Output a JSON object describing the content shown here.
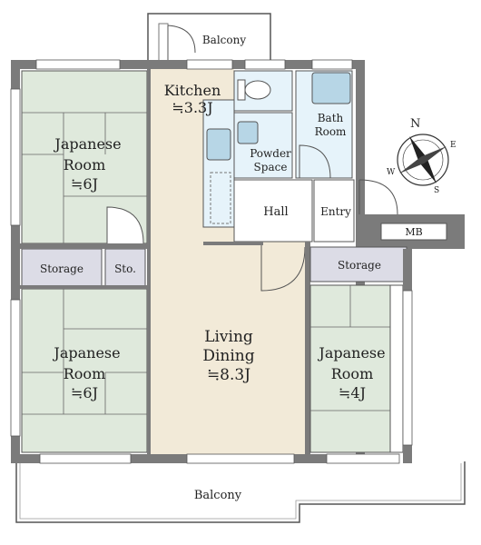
{
  "rooms": {
    "japanese_top_left": {
      "line1": "Japanese",
      "line2": "Room",
      "size": "≒6J"
    },
    "japanese_bottom_left": {
      "line1": "Japanese",
      "line2": "Room",
      "size": "≒6J"
    },
    "japanese_right": {
      "line1": "Japanese",
      "line2": "Room",
      "size": "≒4J"
    },
    "kitchen": {
      "name": "Kitchen",
      "size": "≒3.3J"
    },
    "living": {
      "line1": "Living",
      "line2": "Dining",
      "size": "≒8.3J"
    },
    "bath": {
      "line1": "Bath",
      "line2": "Room"
    },
    "powder": {
      "line1": "Powder",
      "line2": "Space"
    },
    "hall": "Hall",
    "entry": "Entry",
    "mb": "MB",
    "storage_left": "Storage",
    "sto": "Sto.",
    "storage_right": "Storage",
    "balcony_top": "Balcony",
    "balcony_bottom": "Balcony"
  },
  "compass": {
    "n": "N",
    "e": "E",
    "s": "S",
    "w": "W"
  },
  "colors": {
    "tatami": "#dfe9dc",
    "wood": "#f2ead8",
    "wet": "#e6f3fa",
    "storage": "#dcdce6",
    "wall": "#7b7b7b"
  }
}
